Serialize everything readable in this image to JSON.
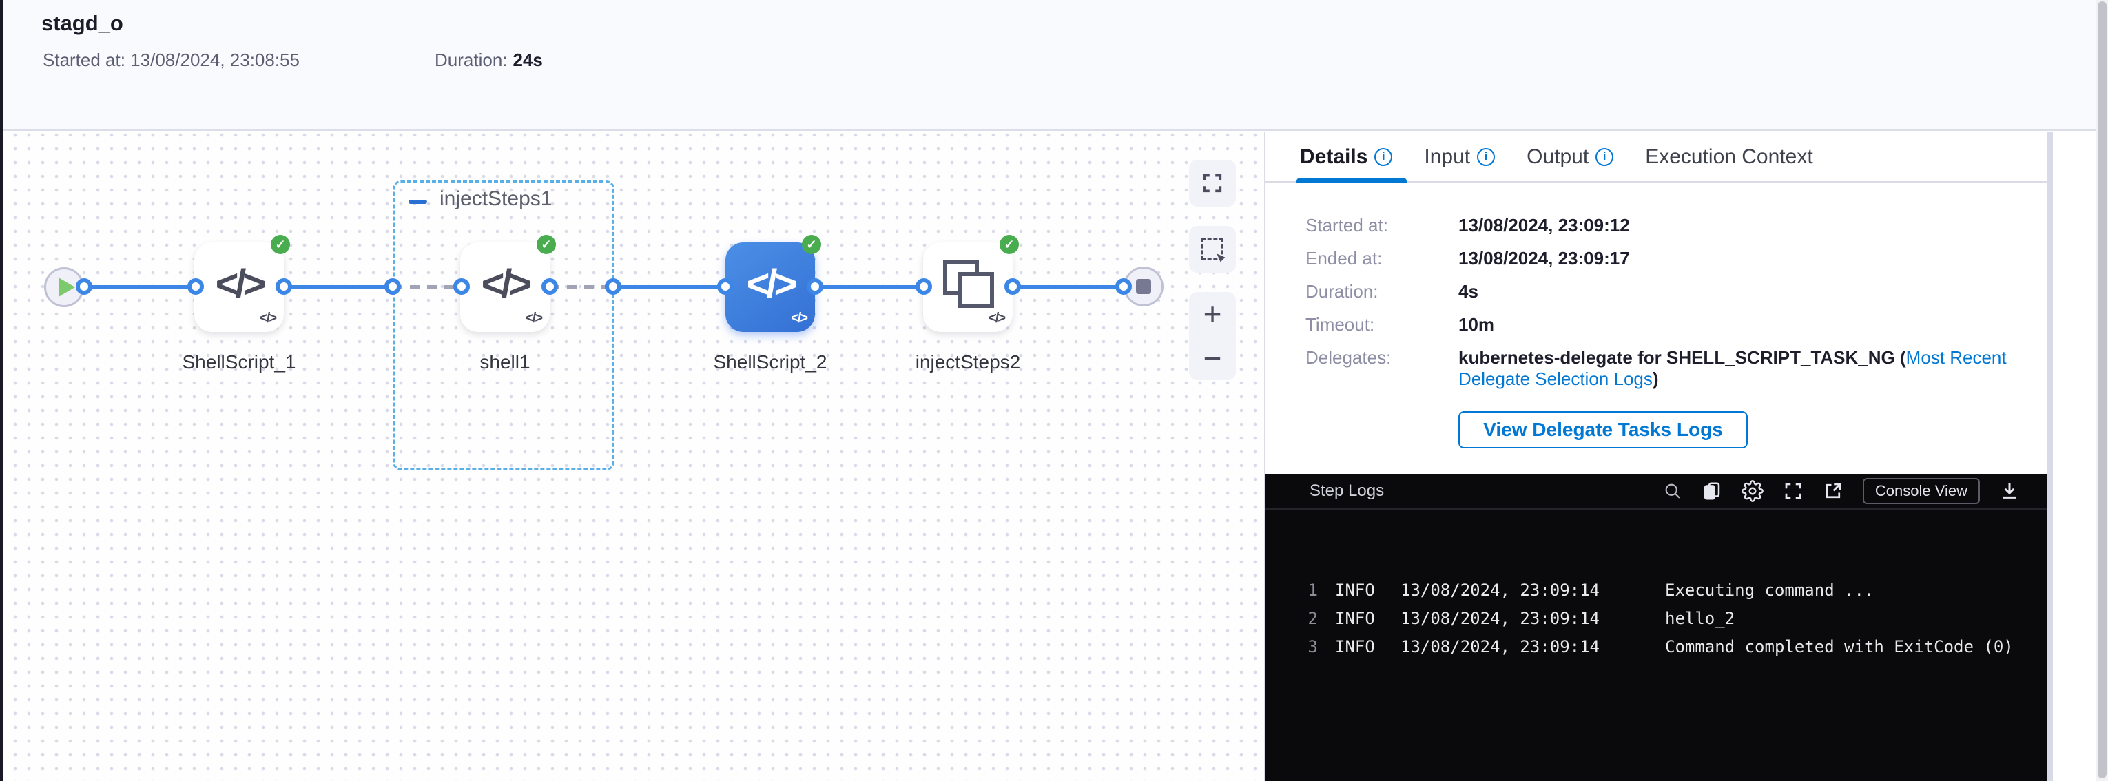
{
  "header": {
    "title": "stagd_o",
    "started_label": "Started at:",
    "started_value": "13/08/2024, 23:08:55",
    "duration_label": "Duration:",
    "duration_value": "24s"
  },
  "canvas": {
    "group1_label": "injectSteps1",
    "nodes": [
      {
        "label": "ShellScript_1",
        "type": "shell-script",
        "status": "success"
      },
      {
        "label": "shell1",
        "type": "shell-script",
        "status": "success"
      },
      {
        "label": "ShellScript_2",
        "type": "shell-script",
        "status": "success",
        "selected": true
      },
      {
        "label": "injectSteps2",
        "type": "step-group",
        "status": "success"
      }
    ]
  },
  "panel": {
    "tabs": [
      {
        "label": "Details",
        "active": true,
        "has_info": true
      },
      {
        "label": "Input",
        "active": false,
        "has_info": true
      },
      {
        "label": "Output",
        "active": false,
        "has_info": true
      },
      {
        "label": "Execution Context",
        "active": false,
        "has_info": false
      }
    ],
    "details": {
      "rows": [
        {
          "label": "Started at:",
          "value": "13/08/2024, 23:09:12"
        },
        {
          "label": "Ended at:",
          "value": "13/08/2024, 23:09:17"
        },
        {
          "label": "Duration:",
          "value": "4s"
        },
        {
          "label": "Timeout:",
          "value": "10m"
        }
      ],
      "delegates_label": "Delegates:",
      "delegates_text": "kubernetes-delegate for SHELL_SCRIPT_TASK_NG (",
      "delegates_link": "Most Recent Delegate Selection Logs",
      "delegates_suffix": ")",
      "button_label": "View Delegate Tasks Logs"
    },
    "logs": {
      "title": "Step Logs",
      "console_view_label": "Console View",
      "lines": [
        {
          "num": "1",
          "level": "INFO",
          "timestamp": "13/08/2024, 23:09:14",
          "message": "Executing command ..."
        },
        {
          "num": "2",
          "level": "INFO",
          "timestamp": "13/08/2024, 23:09:14",
          "message": "hello_2"
        },
        {
          "num": "3",
          "level": "INFO",
          "timestamp": "13/08/2024, 23:09:14",
          "message": "Command completed with ExitCode (0)"
        }
      ]
    }
  },
  "icons": {
    "code": "</>",
    "check": "✓",
    "info": "i",
    "zoom_in": "+",
    "zoom_out": "−",
    "names": [
      "play-icon",
      "stop-icon",
      "code-icon",
      "step-group-icon",
      "check-icon",
      "minus-collapse-icon",
      "fit-view-icon",
      "marquee-select-icon",
      "zoom-in-icon",
      "zoom-out-icon",
      "info-icon",
      "search-icon",
      "copy-icon",
      "gear-icon",
      "fullscreen-icon",
      "external-link-icon",
      "download-icon"
    ]
  },
  "colors": {
    "accent_blue": "#0278d5",
    "edge_blue": "#3c86e6",
    "success_green": "#49ad4f",
    "selected_node_blue": "#3f7edb",
    "logs_bg": "#0a0a0d",
    "header_bg": "#f9fafd",
    "group_border": "#58b0e8"
  }
}
